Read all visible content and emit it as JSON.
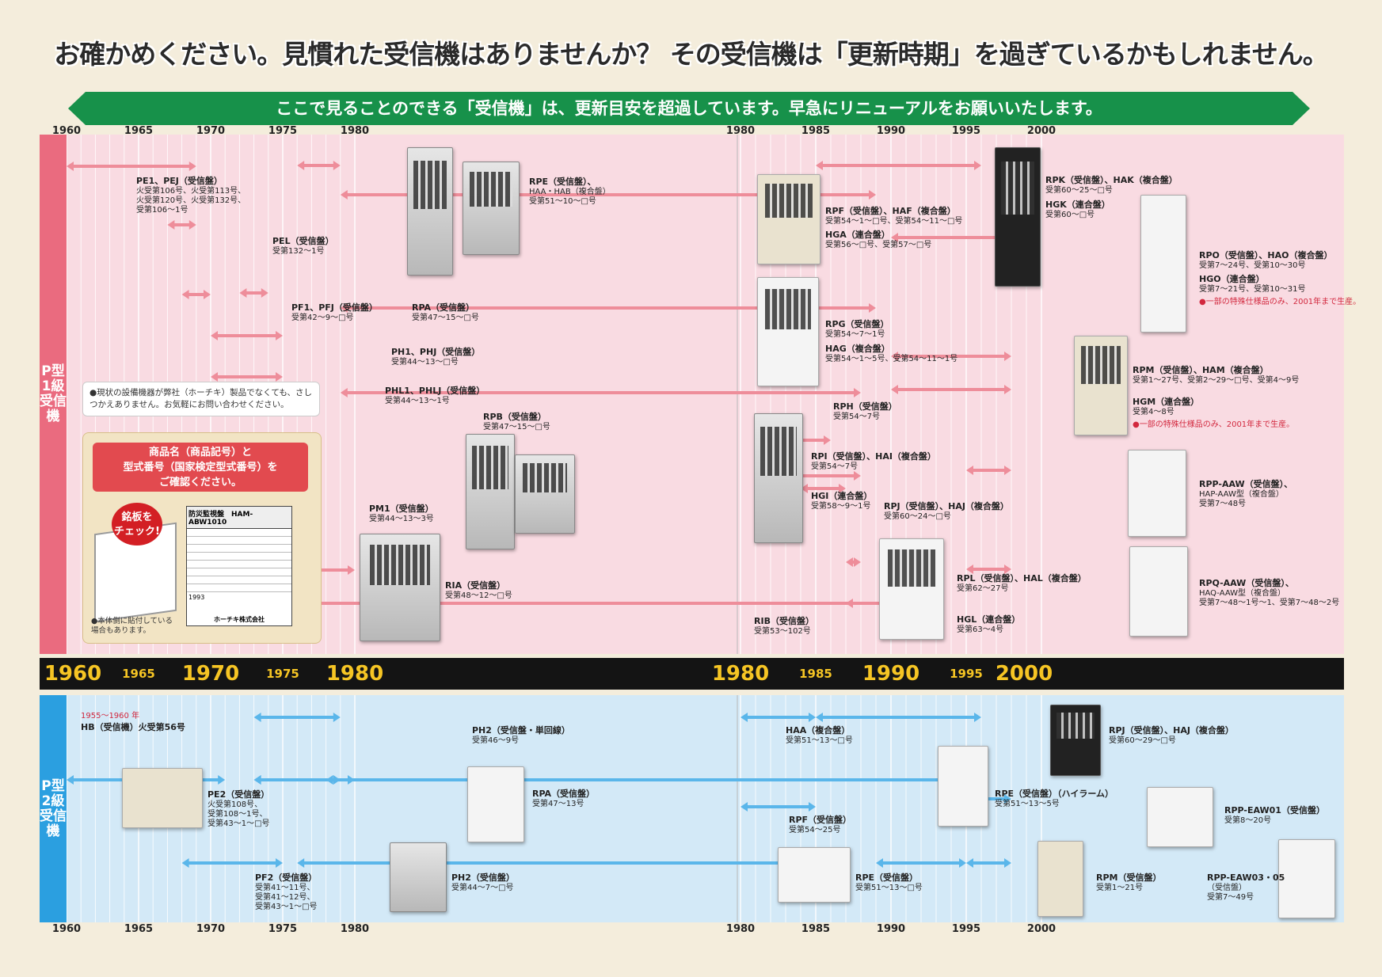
{
  "header": {
    "title": "お確かめください。見慣れた受信機はありませんか？ その受信機は「更新時期」を過ぎているかもしれません。",
    "banner": "ここで見ることのできる「受信機」は、更新目安を超過しています。早急にリニューアルをお願いいたします。"
  },
  "colors": {
    "pink_arrow": "#ee8d9a",
    "blue_arrow": "#5ab6ea",
    "banner_green": "#17914a",
    "year_gold": "#f6c524"
  },
  "years": {
    "left": [
      "1960",
      "1965",
      "1970",
      "1975",
      "1980"
    ],
    "right": [
      "1980",
      "1985",
      "1990",
      "1995",
      "2000"
    ]
  },
  "sections": {
    "p1": "P型1級受信機",
    "p2": "P型2級受信機"
  },
  "info": {
    "note": "●現状の設備機器が弊社（ホーチキ）製品でなくても、さしつかえありません。お気軽にお問い合わせください。",
    "check_title_1": "商品名（商品記号）と",
    "check_title_2": "型式番号（国家検定型式番号）を",
    "check_title_3": "ご確認ください。",
    "badge_1": "銘板を",
    "badge_2": "チェック!",
    "plate_title": "防災監視盤　HAM-ABW1010",
    "plate_maker": "ホーチキ株式会社",
    "plate_year": "1993",
    "side_note_1": "●本体側に貼付している",
    "side_note_2": "場合もあります。"
  },
  "p1_items": [
    {
      "name": "PE1、PEJ（受信盤）",
      "desc": [
        "火受第106号、火受第113号、",
        "火受第120号、火受第132号、",
        "受第106〜1号"
      ]
    },
    {
      "name": "PEL（受信盤）",
      "desc": [
        "受第132〜1号"
      ]
    },
    {
      "name": "PF1、PFJ（受信盤）",
      "desc": [
        "受第42〜9〜□号"
      ]
    },
    {
      "name": "RPA（受信盤）",
      "desc": [
        "受第47〜15〜□号"
      ]
    },
    {
      "name": "PH1、PHJ（受信盤）",
      "desc": [
        "受第44〜13〜□号"
      ]
    },
    {
      "name": "PHL1、PHLJ（受信盤）",
      "desc": [
        "受第44〜13〜1号"
      ]
    },
    {
      "name": "RPB（受信盤）",
      "desc": [
        "受第47〜15〜□号"
      ]
    },
    {
      "name": "PM1（受信盤）",
      "desc": [
        "受第44〜13〜3号"
      ]
    },
    {
      "name": "RIA（受信盤）",
      "desc": [
        "受第48〜12〜□号"
      ]
    },
    {
      "name": "RPE（受信盤）、",
      "desc": [
        "HAA・HAB（複合盤）",
        "受第51〜10〜□号"
      ]
    },
    {
      "name": "RPF（受信盤）、HAF（複合盤）",
      "desc": [
        "受第54〜1〜□号、受第54〜11〜□号"
      ]
    },
    {
      "name": "HGA（連合盤）",
      "desc": [
        "受第56〜□号、受第57〜□号"
      ]
    },
    {
      "name": "RPG（受信盤）",
      "desc": [
        "受第54〜7〜1号"
      ]
    },
    {
      "name": "HAG（複合盤）",
      "desc": [
        "受第54〜1〜5号、受第54〜11〜1号"
      ]
    },
    {
      "name": "RPH（受信盤）",
      "desc": [
        "受第54〜7号"
      ]
    },
    {
      "name": "RPI（受信盤）、HAI（複合盤）",
      "desc": [
        "受第54〜7号"
      ]
    },
    {
      "name": "HGI（連合盤）",
      "desc": [
        "受第58〜9〜1号"
      ]
    },
    {
      "name": "RPJ（受信盤）、HAJ（複合盤）",
      "desc": [
        "受第60〜24〜□号"
      ]
    },
    {
      "name": "RIB（受信盤）",
      "desc": [
        "受第53〜102号"
      ]
    },
    {
      "name": "RPL（受信盤）、HAL（複合盤）",
      "desc": [
        "受第62〜27号"
      ]
    },
    {
      "name": "HGL（連合盤）",
      "desc": [
        "受第63〜4号"
      ]
    },
    {
      "name": "RPK（受信盤）、HAK（複合盤）",
      "desc": [
        "受第60〜25〜□号"
      ]
    },
    {
      "name": "HGK（連合盤）",
      "desc": [
        "受第60〜□号"
      ]
    },
    {
      "name": "RPO（受信盤）、HAO（複合盤）",
      "desc": [
        "受第7〜24号、受第10〜30号"
      ]
    },
    {
      "name": "HGO（連合盤）",
      "desc": [
        "受第7〜21号、受第10〜31号"
      ],
      "note": "●一部の特殊仕様品のみ、2001年まで生産。"
    },
    {
      "name": "RPM（受信盤）、HAM（複合盤）",
      "desc": [
        "受第1〜27号、受第2〜29〜□号、受第4〜9号"
      ]
    },
    {
      "name": "HGM（連合盤）",
      "desc": [
        "受第4〜8号"
      ],
      "note": "●一部の特殊仕様品のみ、2001年まで生産。"
    },
    {
      "name": "RPP-AAW（受信盤）、",
      "desc": [
        "HAP-AAW型（複合盤）",
        "受第7〜48号"
      ]
    },
    {
      "name": "RPQ-AAW（受信盤）、",
      "desc": [
        "HAQ-AAW型（複合盤）",
        "受第7〜48〜1号〜1、受第7〜48〜2号"
      ]
    }
  ],
  "p2_items": [
    {
      "name": "HB（受信機）火受第56号",
      "pre": "1955〜1960 年",
      "desc": []
    },
    {
      "name": "PE2（受信盤）",
      "desc": [
        "火受第108号、",
        "受第108〜1号、",
        "受第43〜1〜□号"
      ]
    },
    {
      "name": "PF2（受信盤）",
      "desc": [
        "受第41〜11号、",
        "受第41〜12号、",
        "受第43〜1〜□号"
      ]
    },
    {
      "name": "PH2（受信盤・単回線）",
      "desc": [
        "受第46〜9号"
      ]
    },
    {
      "name": "RPA（受信盤）",
      "desc": [
        "受第47〜13号"
      ]
    },
    {
      "name": "PH2（受信盤）",
      "desc": [
        "受第44〜7〜□号"
      ]
    },
    {
      "name": "HAA（複合盤）",
      "desc": [
        "受第51〜13〜□号"
      ]
    },
    {
      "name": "RPF（受信盤）",
      "desc": [
        "受第54〜25号"
      ]
    },
    {
      "name": "RPE（受信盤）",
      "desc": [
        "受第51〜13〜□号"
      ]
    },
    {
      "name": "RPE（受信盤）（ハイラーム）",
      "desc": [
        "受第51〜13〜5号"
      ]
    },
    {
      "name": "RPJ（受信盤）、HAJ（複合盤）",
      "desc": [
        "受第60〜29〜□号"
      ]
    },
    {
      "name": "RPM（受信盤）",
      "desc": [
        "受第1〜21号"
      ]
    },
    {
      "name": "RPP-EAW01（受信盤）",
      "desc": [
        "受第8〜20号"
      ]
    },
    {
      "name": "RPP-EAW03・05",
      "desc": [
        "（受信盤）",
        "受第7〜49号"
      ]
    }
  ]
}
